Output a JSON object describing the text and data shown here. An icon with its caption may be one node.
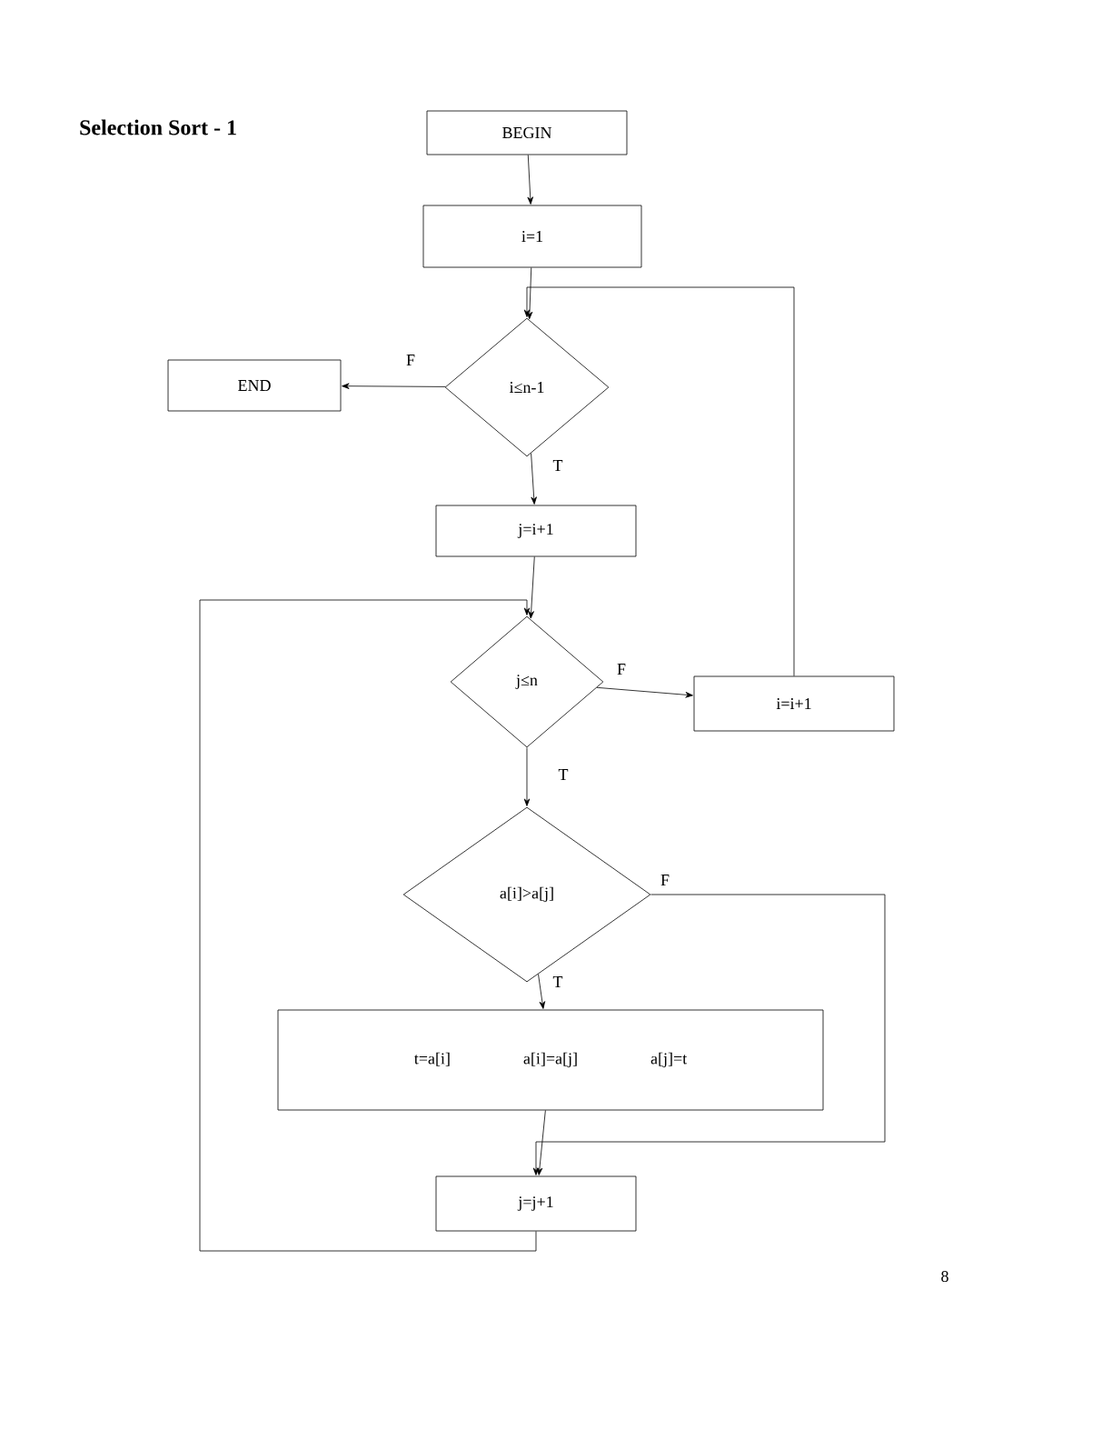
{
  "diagram": {
    "title": "Selection Sort - 1",
    "nodes": [
      {
        "text": [
          "BEGIN"
        ]
      },
      {
        "text": [
          "i=1"
        ]
      },
      {
        "text": [
          "END"
        ]
      },
      {
        "text": [
          "i≤n-1"
        ]
      },
      {
        "text": [
          "j=i+1"
        ]
      },
      {
        "text": [
          "j≤n"
        ]
      },
      {
        "text": [
          "i=i+1"
        ]
      },
      {
        "text": [
          "a[i]>a[j]"
        ]
      },
      {
        "text": [
          "t=a[i]",
          "a[i]=a[j]",
          "a[j]=t"
        ]
      },
      {
        "text": [
          "j=j+1"
        ]
      }
    ],
    "edges": [
      {
        "from": 0,
        "to": 1,
        "arrow": "to"
      },
      {
        "from": 1,
        "to": 3,
        "arrow": "to"
      },
      {
        "from": 3,
        "to": 2,
        "arrow": "to",
        "label": "F"
      },
      {
        "from": 3,
        "to": 4,
        "arrow": "to",
        "label": "T"
      },
      {
        "from": 4,
        "to": 5,
        "arrow": "to"
      },
      {
        "from": 5,
        "to": 6,
        "arrow": "to",
        "label": "F"
      },
      {
        "from": 6,
        "to": 3,
        "arrow": "to"
      },
      {
        "from": 5,
        "to": 7,
        "arrow": "to",
        "label": "T"
      },
      {
        "from": 7,
        "to": 8,
        "arrow": "to",
        "label": "T"
      },
      {
        "from": 7,
        "to": 9,
        "arrow": "to",
        "label": "F"
      },
      {
        "from": 8,
        "to": 9,
        "arrow": "to"
      },
      {
        "from": 9,
        "to": 5,
        "arrow": "to"
      }
    ],
    "labels": [
      "8"
    ]
  }
}
